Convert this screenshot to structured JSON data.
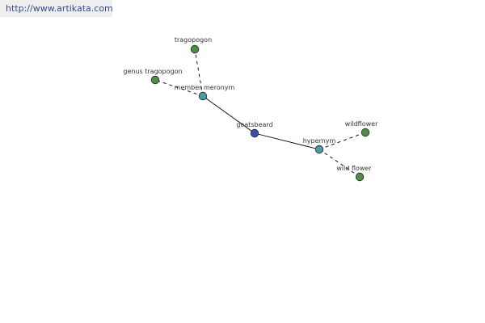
{
  "source": {
    "url": "http://www.artikata.com"
  },
  "graph": {
    "colors": {
      "background": "#ffffff",
      "edge": "#000000",
      "root_node": "#3d4fa8",
      "relation_node": "#4e9aa0",
      "leaf_node": "#4f8f45",
      "node_border": "#222222",
      "label": "#333333"
    },
    "nodes": [
      {
        "id": "goatsbeard",
        "label": "goatsbeard",
        "kind": "root"
      },
      {
        "id": "member-meronym",
        "label": "member meronym",
        "kind": "relation"
      },
      {
        "id": "hypernym",
        "label": "hypernym",
        "kind": "relation"
      },
      {
        "id": "tragopogon",
        "label": "tragopogon",
        "kind": "leaf"
      },
      {
        "id": "genus-tragopogon",
        "label": "genus tragopogon",
        "kind": "leaf"
      },
      {
        "id": "wildflower",
        "label": "wildflower",
        "kind": "leaf"
      },
      {
        "id": "wild-flower",
        "label": "wild flower",
        "kind": "leaf"
      }
    ],
    "edges": [
      {
        "from": "goatsbeard",
        "to": "member-meronym",
        "style": "solid"
      },
      {
        "from": "goatsbeard",
        "to": "hypernym",
        "style": "solid"
      },
      {
        "from": "member-meronym",
        "to": "tragopogon",
        "style": "dashed"
      },
      {
        "from": "member-meronym",
        "to": "genus-tragopogon",
        "style": "dashed"
      },
      {
        "from": "hypernym",
        "to": "wildflower",
        "style": "dashed"
      },
      {
        "from": "hypernym",
        "to": "wild-flower",
        "style": "dashed"
      }
    ]
  }
}
